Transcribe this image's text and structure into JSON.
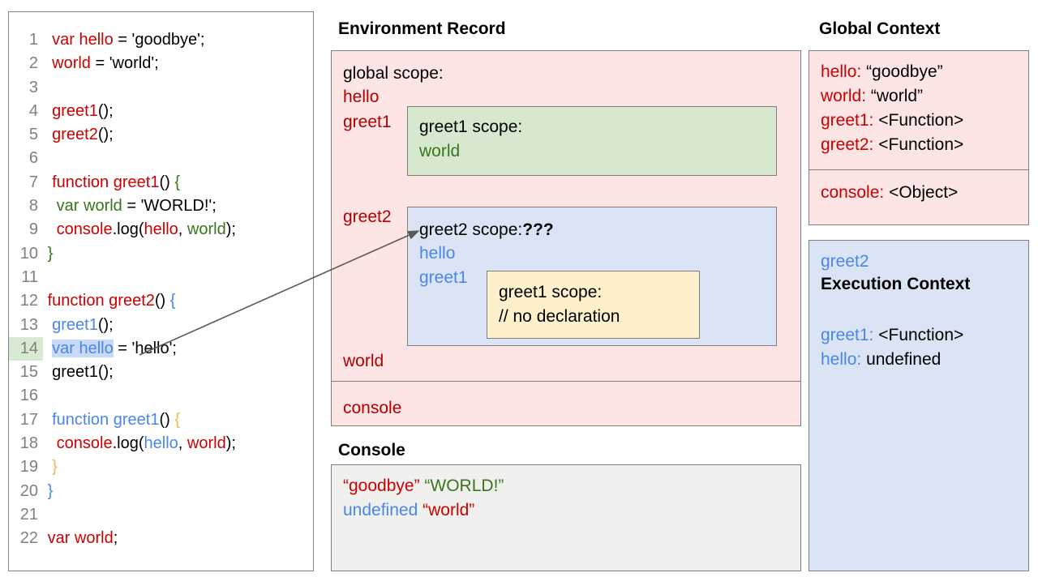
{
  "code_panel": {
    "lines": [
      {
        "n": "1",
        "segments": [
          {
            "t": "  ",
            "c": "black"
          },
          {
            "t": "var hello",
            "c": "red"
          },
          {
            "t": " = 'goodbye';",
            "c": "black"
          }
        ]
      },
      {
        "n": "2",
        "segments": [
          {
            "t": "  ",
            "c": "black"
          },
          {
            "t": "world",
            "c": "red"
          },
          {
            "t": " = 'world';",
            "c": "black"
          }
        ]
      },
      {
        "n": "3",
        "segments": []
      },
      {
        "n": "4",
        "segments": [
          {
            "t": "  ",
            "c": "black"
          },
          {
            "t": "greet1",
            "c": "red"
          },
          {
            "t": "();",
            "c": "black"
          }
        ]
      },
      {
        "n": "5",
        "segments": [
          {
            "t": "  ",
            "c": "black"
          },
          {
            "t": "greet2",
            "c": "red"
          },
          {
            "t": "();",
            "c": "black"
          }
        ]
      },
      {
        "n": "6",
        "segments": []
      },
      {
        "n": "7",
        "segments": [
          {
            "t": "  ",
            "c": "black"
          },
          {
            "t": "function greet1",
            "c": "red"
          },
          {
            "t": "() ",
            "c": "black"
          },
          {
            "t": "{",
            "c": "green"
          }
        ]
      },
      {
        "n": "8",
        "segments": [
          {
            "t": "   ",
            "c": "black"
          },
          {
            "t": "var world",
            "c": "green"
          },
          {
            "t": " = 'WORLD!';",
            "c": "black"
          }
        ]
      },
      {
        "n": "9",
        "segments": [
          {
            "t": "   ",
            "c": "black"
          },
          {
            "t": "console",
            "c": "red"
          },
          {
            "t": ".log(",
            "c": "black"
          },
          {
            "t": "hello",
            "c": "red"
          },
          {
            "t": ", ",
            "c": "black"
          },
          {
            "t": "world",
            "c": "green"
          },
          {
            "t": ");",
            "c": "black"
          }
        ]
      },
      {
        "n": "10",
        "segments": [
          {
            "t": " ",
            "c": "black"
          },
          {
            "t": "}",
            "c": "green"
          }
        ]
      },
      {
        "n": "11",
        "segments": []
      },
      {
        "n": "12",
        "segments": [
          {
            "t": " ",
            "c": "black"
          },
          {
            "t": "function greet2",
            "c": "red"
          },
          {
            "t": "() ",
            "c": "black"
          },
          {
            "t": "{",
            "c": "blue"
          }
        ]
      },
      {
        "n": "13",
        "segments": [
          {
            "t": "  ",
            "c": "black"
          },
          {
            "t": "greet1",
            "c": "blue"
          },
          {
            "t": "();",
            "c": "black"
          }
        ]
      },
      {
        "n": "14",
        "segments": [
          {
            "t": "  ",
            "c": "black"
          },
          {
            "t": "var hello",
            "c": "blue",
            "hl": true
          },
          {
            "t": " = 'hello';",
            "c": "black"
          }
        ],
        "line_highlight": true
      },
      {
        "n": "15",
        "segments": [
          {
            "t": "  greet1();",
            "c": "black"
          }
        ]
      },
      {
        "n": "16",
        "segments": []
      },
      {
        "n": "17",
        "segments": [
          {
            "t": "  ",
            "c": "black"
          },
          {
            "t": "function greet1",
            "c": "blue"
          },
          {
            "t": "() ",
            "c": "black"
          },
          {
            "t": "{",
            "c": "gold"
          }
        ]
      },
      {
        "n": "18",
        "segments": [
          {
            "t": "   ",
            "c": "black"
          },
          {
            "t": "console",
            "c": "red"
          },
          {
            "t": ".log(",
            "c": "black"
          },
          {
            "t": "hello",
            "c": "blue"
          },
          {
            "t": ", ",
            "c": "black"
          },
          {
            "t": "world",
            "c": "red"
          },
          {
            "t": ");",
            "c": "black"
          }
        ]
      },
      {
        "n": "19",
        "segments": [
          {
            "t": "  ",
            "c": "black"
          },
          {
            "t": "}",
            "c": "gold"
          }
        ]
      },
      {
        "n": "20",
        "segments": [
          {
            "t": " ",
            "c": "black"
          },
          {
            "t": "}",
            "c": "blue"
          }
        ]
      },
      {
        "n": "21",
        "segments": []
      },
      {
        "n": "22",
        "segments": [
          {
            "t": " ",
            "c": "black"
          },
          {
            "t": "var world",
            "c": "red"
          },
          {
            "t": ";",
            "c": "black"
          }
        ]
      }
    ]
  },
  "environment_record": {
    "title": "Environment Record",
    "global_scope_label": "global scope:",
    "vars": [
      "hello",
      "greet1",
      "greet2",
      "world"
    ],
    "console_var": "console",
    "greet1_scope": {
      "label": "greet1 scope:",
      "vars": [
        "world"
      ]
    },
    "greet2_scope": {
      "label": "greet2 scope:",
      "unknown_marker": "???",
      "vars": [
        "hello",
        "greet1"
      ],
      "inner_greet1_scope": {
        "label": "greet1 scope:",
        "comment": "// no declaration"
      }
    }
  },
  "console": {
    "title": "Console",
    "lines": [
      [
        {
          "t": "“goodbye”",
          "c": "red"
        },
        {
          "t": " ",
          "c": "black"
        },
        {
          "t": "“WORLD!”",
          "c": "green"
        }
      ],
      [
        {
          "t": "undefined",
          "c": "blue"
        },
        {
          "t": " ",
          "c": "black"
        },
        {
          "t": "“world”",
          "c": "red"
        }
      ]
    ]
  },
  "global_context": {
    "title": "Global Context",
    "entries": [
      {
        "key": "hello",
        "value": "“goodbye”"
      },
      {
        "key": "world",
        "value": "“world”"
      },
      {
        "key": "greet1",
        "value": "<Function>"
      },
      {
        "key": "greet2",
        "value": "<Function>"
      }
    ],
    "console_entry": {
      "key": "console",
      "value": "<Object>"
    }
  },
  "execution_context": {
    "name": "greet2",
    "title": "Execution Context",
    "entries": [
      {
        "key": "greet1",
        "value": "<Function>"
      },
      {
        "key": "hello",
        "value": "undefined"
      }
    ]
  },
  "colors": {
    "red": "#cc0000",
    "dark_red": "#b10000",
    "green": "#38761d",
    "blue": "#4a86e8",
    "gold": "#e8bd4e",
    "pink_bg": "#fce5e4",
    "green_bg": "#d6e8ce",
    "blue_bg": "#dae4f5",
    "yellow_bg": "#fdf0cb",
    "console_bg": "#f0f0ef",
    "border": "#7f7f7f",
    "line_hl_green": "#d9ead3",
    "token_hl_blue": "#c9daf8"
  }
}
